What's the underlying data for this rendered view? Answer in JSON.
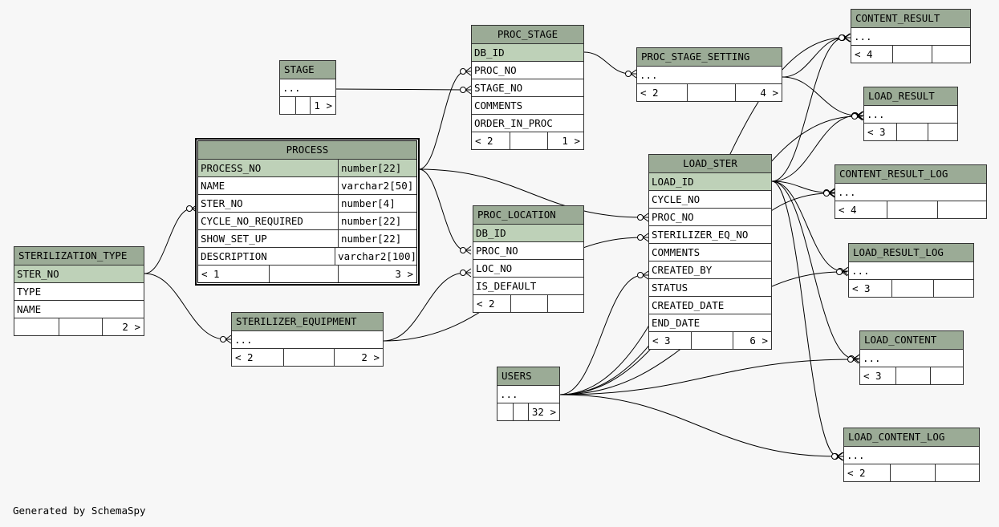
{
  "credit": "Generated by SchemaSpy",
  "tables": {
    "stage": {
      "name": "STAGE",
      "ellipsis": "...",
      "foot_right": "1 >"
    },
    "proc_stage": {
      "name": "PROC_STAGE",
      "columns": [
        "DB_ID",
        "PROC_NO",
        "STAGE_NO",
        "COMMENTS",
        "ORDER_IN_PROC"
      ],
      "foot_left": "< 2",
      "foot_right": "1 >"
    },
    "proc_stage_setting": {
      "name": "PROC_STAGE_SETTING",
      "ellipsis": "...",
      "foot_left": "< 2",
      "foot_right": "4 >"
    },
    "process": {
      "name": "PROCESS",
      "rows": [
        {
          "name": "PROCESS_NO",
          "type": "number[22]"
        },
        {
          "name": "NAME",
          "type": "varchar2[50]"
        },
        {
          "name": "STER_NO",
          "type": "number[4]"
        },
        {
          "name": "CYCLE_NO_REQUIRED",
          "type": "number[22]"
        },
        {
          "name": "SHOW_SET_UP",
          "type": "number[22]"
        },
        {
          "name": "DESCRIPTION",
          "type": "varchar2[100]"
        }
      ],
      "foot_left": "< 1",
      "foot_right": "3 >"
    },
    "sterilization_type": {
      "name": "STERILIZATION_TYPE",
      "columns": [
        "STER_NO",
        "TYPE",
        "NAME"
      ],
      "foot_right": "2 >"
    },
    "sterilizer_equipment": {
      "name": "STERILIZER_EQUIPMENT",
      "ellipsis": "...",
      "foot_left": "< 2",
      "foot_right": "2 >"
    },
    "proc_location": {
      "name": "PROC_LOCATION",
      "columns": [
        "DB_ID",
        "PROC_NO",
        "LOC_NO",
        "IS_DEFAULT"
      ],
      "foot_left": "< 2"
    },
    "load_ster": {
      "name": "LOAD_STER",
      "columns": [
        "LOAD_ID",
        "CYCLE_NO",
        "PROC_NO",
        "STERILIZER_EQ_NO",
        "COMMENTS",
        "CREATED_BY",
        "STATUS",
        "CREATED_DATE",
        "END_DATE"
      ],
      "foot_left": "< 3",
      "foot_right": "6 >"
    },
    "users": {
      "name": "USERS",
      "ellipsis": "...",
      "foot_right": "32 >"
    },
    "content_result": {
      "name": "CONTENT_RESULT",
      "ellipsis": "...",
      "foot_left": "< 4"
    },
    "load_result": {
      "name": "LOAD_RESULT",
      "ellipsis": "...",
      "foot_left": "< 3"
    },
    "content_result_log": {
      "name": "CONTENT_RESULT_LOG",
      "ellipsis": "...",
      "foot_left": "< 4"
    },
    "load_result_log": {
      "name": "LOAD_RESULT_LOG",
      "ellipsis": "...",
      "foot_left": "< 3"
    },
    "load_content": {
      "name": "LOAD_CONTENT",
      "ellipsis": "...",
      "foot_left": "< 3"
    },
    "load_content_log": {
      "name": "LOAD_CONTENT_LOG",
      "ellipsis": "...",
      "foot_left": "< 2"
    }
  },
  "colors": {
    "header": "#9bab96",
    "primary_key": "#bed1b8",
    "background": "#f7f7f7",
    "edge": "#000000"
  }
}
